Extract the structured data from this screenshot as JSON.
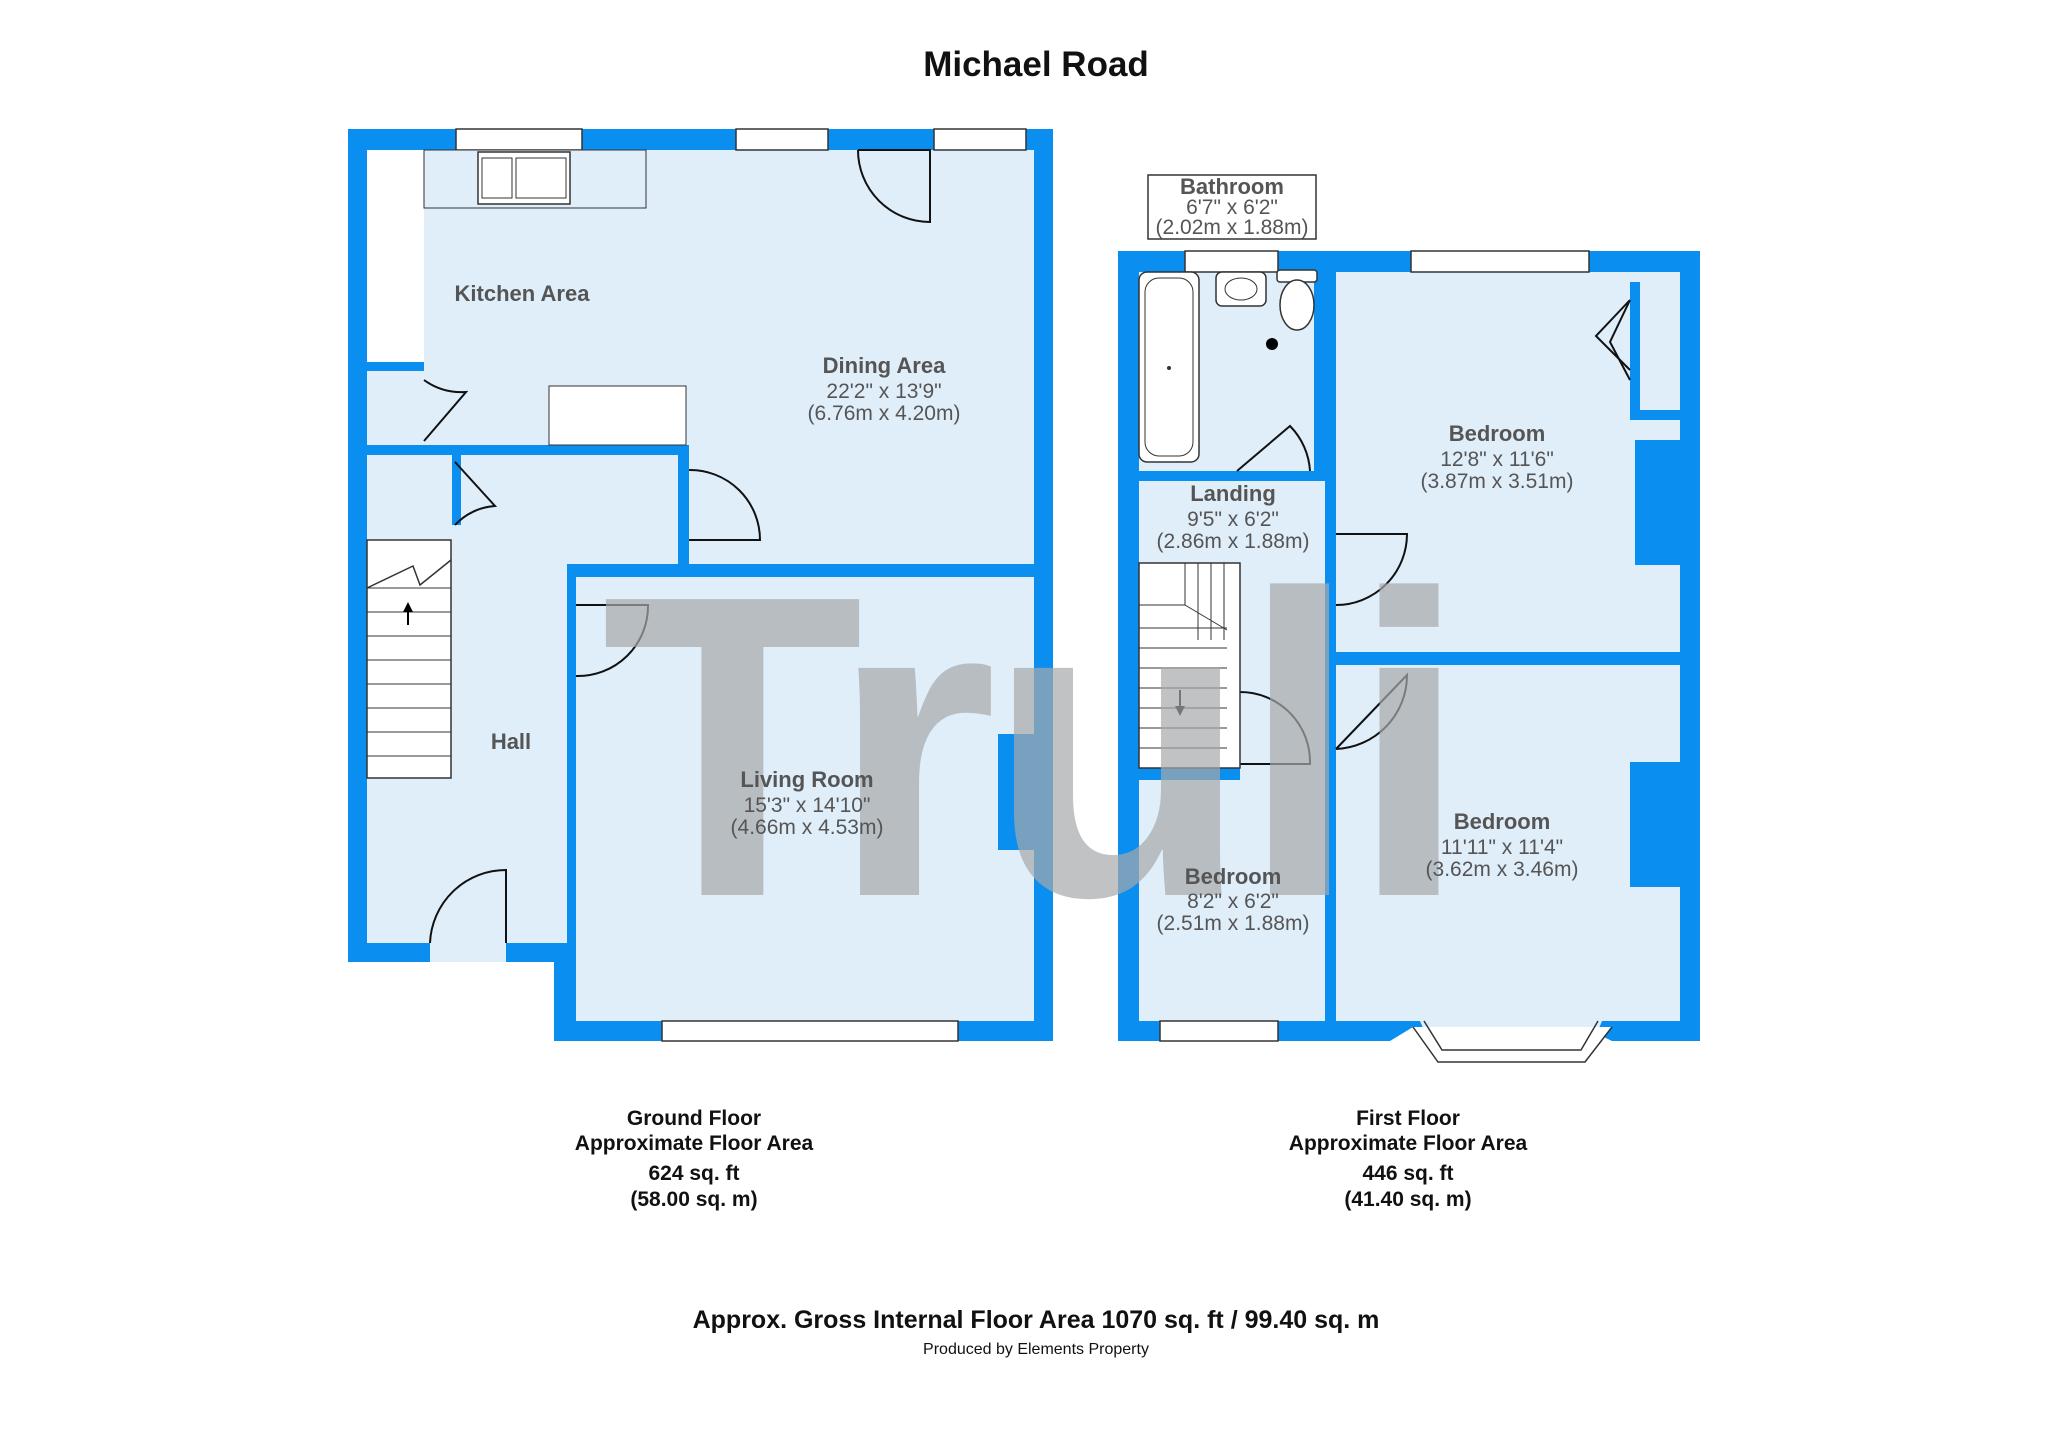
{
  "title": "Michael Road",
  "colors": {
    "wall": "#0a8ff0",
    "room_fill": "#e0eefa",
    "watermark": "#a6a8aa",
    "text": "#555555"
  },
  "watermark": {
    "text": "Truli"
  },
  "ground_floor": {
    "rooms": {
      "kitchen": {
        "name": "Kitchen Area"
      },
      "dining": {
        "name": "Dining Area",
        "dim_imperial": "22'2\" x 13'9\"",
        "dim_metric": "(6.76m x 4.20m)"
      },
      "hall": {
        "name": "Hall"
      },
      "living": {
        "name": "Living Room",
        "dim_imperial": "15'3\" x 14'10\"",
        "dim_metric": "(4.66m x 4.53m)"
      }
    },
    "label": {
      "line1": "Ground Floor",
      "line2": "Approximate Floor Area",
      "line3": "624 sq. ft",
      "line4": "(58.00 sq. m)"
    }
  },
  "first_floor": {
    "rooms": {
      "bathroom": {
        "name": "Bathroom",
        "dim_imperial": "6'7\" x 6'2\"",
        "dim_metric": "(2.02m x 1.88m)"
      },
      "landing": {
        "name": "Landing",
        "dim_imperial": "9'5\" x 6'2\"",
        "dim_metric": "(2.86m x 1.88m)"
      },
      "bedroom_1": {
        "name": "Bedroom",
        "dim_imperial": "12'8\" x 11'6\"",
        "dim_metric": "(3.87m x 3.51m)"
      },
      "bedroom_2": {
        "name": "Bedroom",
        "dim_imperial": "11'11\" x 11'4\"",
        "dim_metric": "(3.62m x 3.46m)"
      },
      "bedroom_3": {
        "name": "Bedroom",
        "dim_imperial": "8'2\" x 6'2\"",
        "dim_metric": "(2.51m x 1.88m)"
      }
    },
    "label": {
      "line1": "First Floor",
      "line2": "Approximate Floor Area",
      "line3": "446 sq. ft",
      "line4": "(41.40 sq. m)"
    }
  },
  "gross_area": "Approx. Gross Internal Floor Area 1070 sq. ft / 99.40 sq. m",
  "credit": "Produced by Elements Property"
}
